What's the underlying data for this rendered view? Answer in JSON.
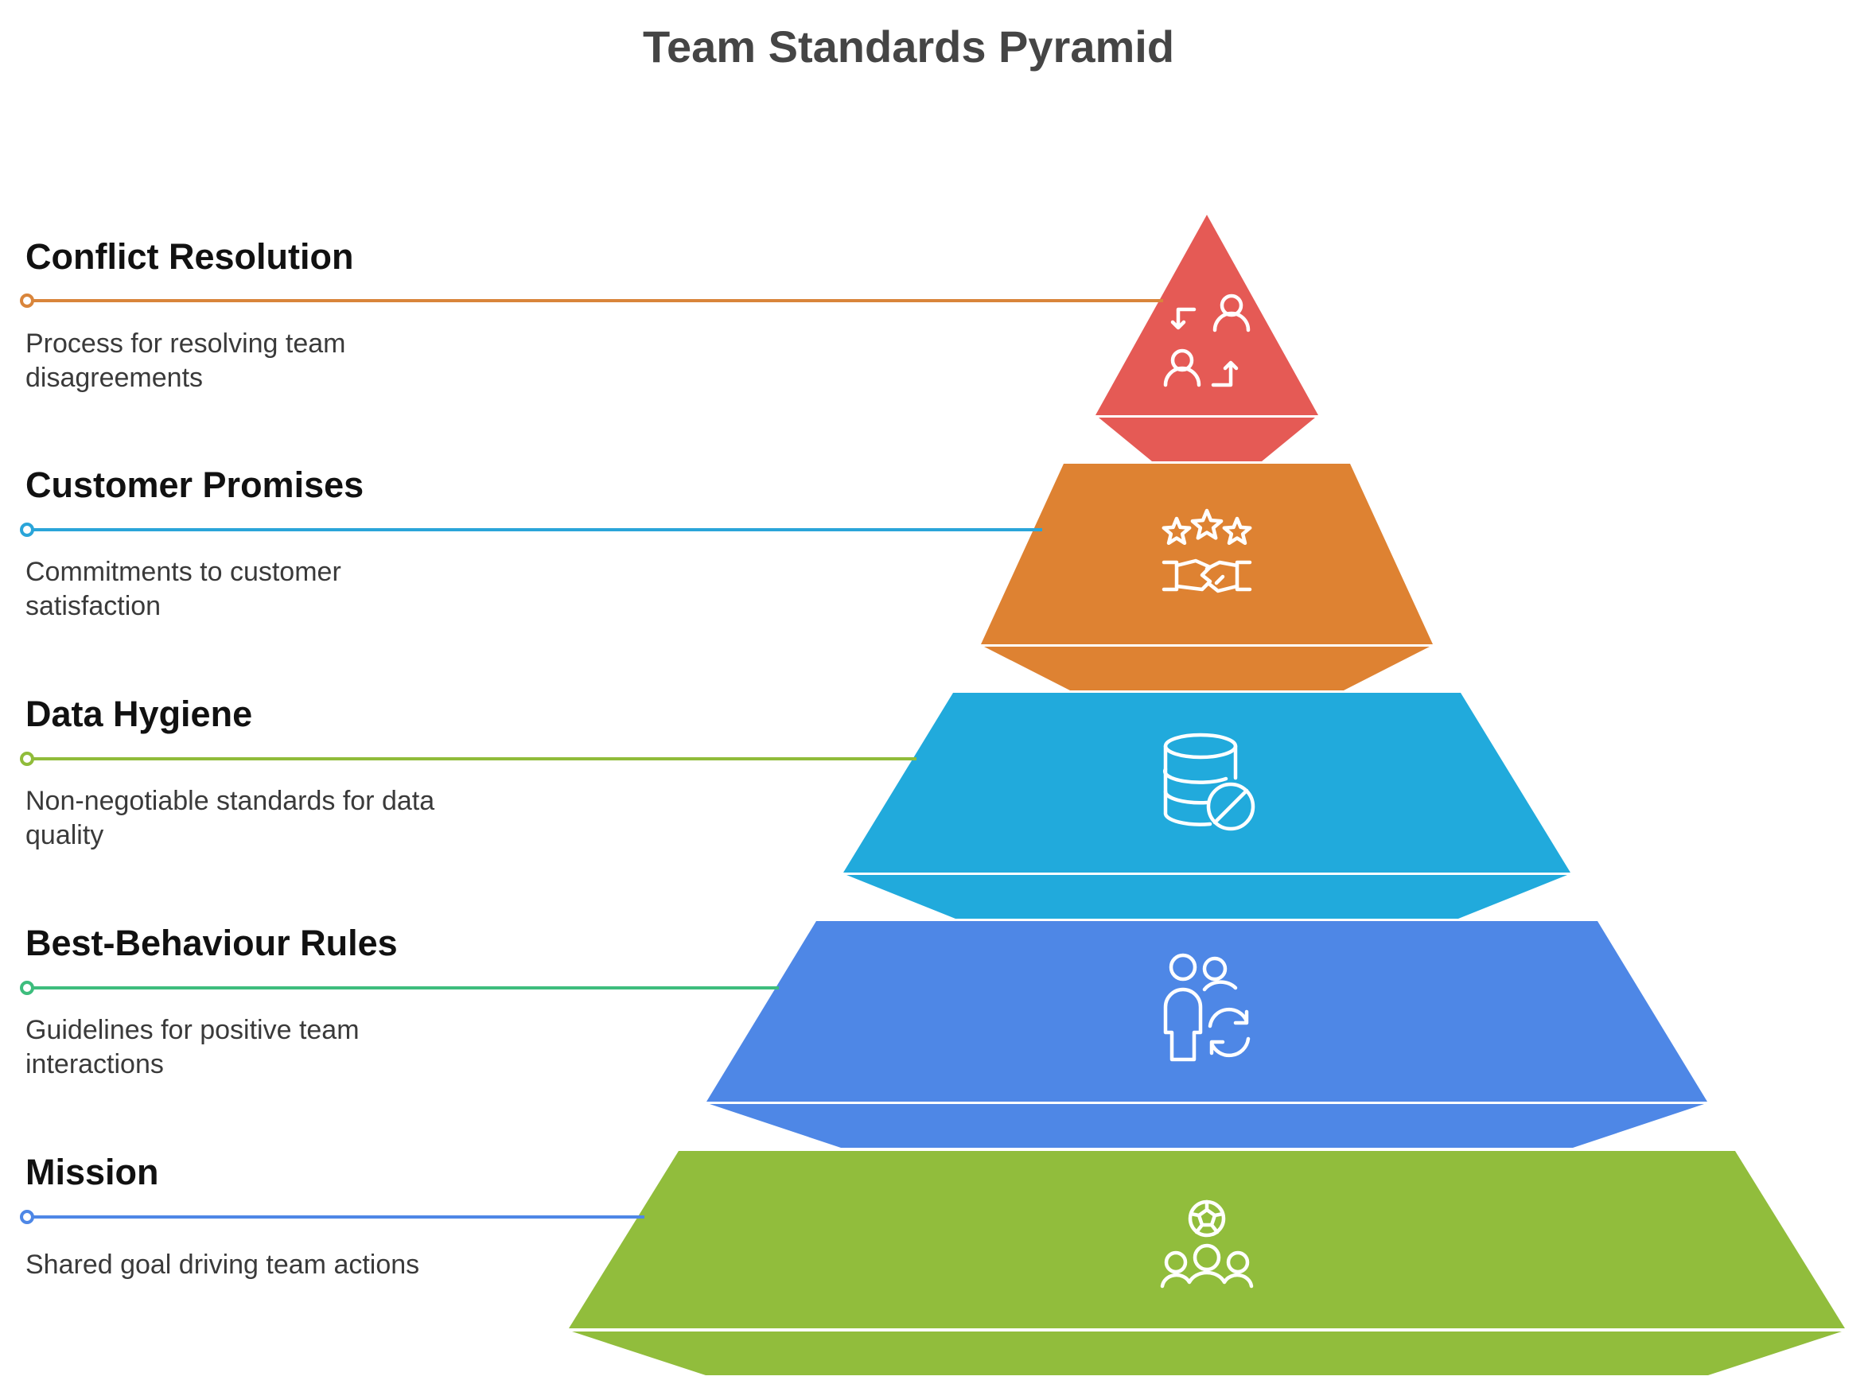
{
  "title": "Team Standards Pyramid",
  "levels": [
    {
      "title": "Conflict Resolution",
      "description_lines": [
        "Process for resolving team",
        "disagreements"
      ],
      "color": "#E55A55",
      "line_color": "#D9853B",
      "icon": "conflict-resolution-icon"
    },
    {
      "title": "Customer Promises",
      "description_lines": [
        "Commitments to customer",
        "satisfaction"
      ],
      "color": "#DE8232",
      "line_color": "#2AA5D9",
      "icon": "stars-handshake-icon"
    },
    {
      "title": "Data Hygiene",
      "description_lines": [
        "Non-negotiable standards for data",
        "quality"
      ],
      "color": "#21AADC",
      "line_color": "#90BC3A",
      "icon": "database-blocked-icon"
    },
    {
      "title": "Best-Behaviour Rules",
      "description_lines": [
        "Guidelines for positive team",
        "interactions"
      ],
      "color": "#4E87E6",
      "line_color": "#3DBD7D",
      "icon": "people-cycle-icon"
    },
    {
      "title": "Mission",
      "description_lines": [
        "Shared goal driving team actions"
      ],
      "color": "#91BD3C",
      "line_color": "#4E87E6",
      "icon": "team-goal-icon"
    }
  ]
}
